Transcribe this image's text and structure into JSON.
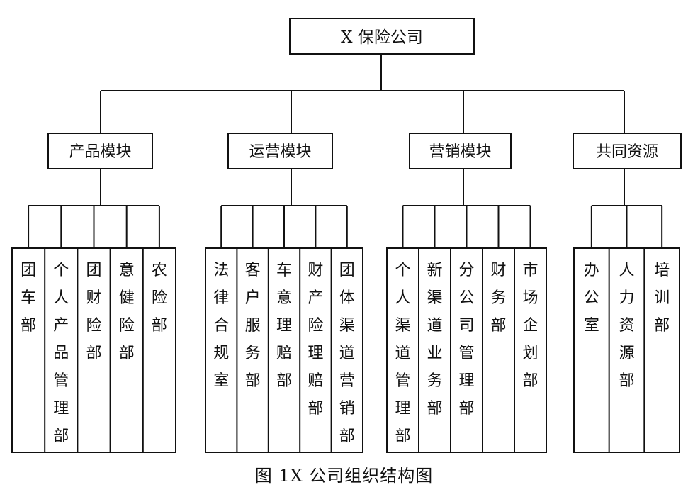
{
  "root": "X 保险公司",
  "modules": [
    {
      "name": "产品模块",
      "departments": [
        "团车部",
        "个人产品管理部",
        "团财险部",
        "意健险部",
        "农险部"
      ]
    },
    {
      "name": "运营模块",
      "departments": [
        "法律合规室",
        "客户服务部",
        "车意理赔部",
        "财产险理赔部",
        "团体渠道营销部"
      ]
    },
    {
      "name": "营销模块",
      "departments": [
        "个人渠道管理部",
        "新渠道业务部",
        "分公司管理部",
        "财务部",
        "市场企划部"
      ]
    },
    {
      "name": "共同资源",
      "departments": [
        "办公室",
        "人力资源部",
        "培训部"
      ]
    }
  ],
  "caption": "图 1X 公司组织结构图"
}
